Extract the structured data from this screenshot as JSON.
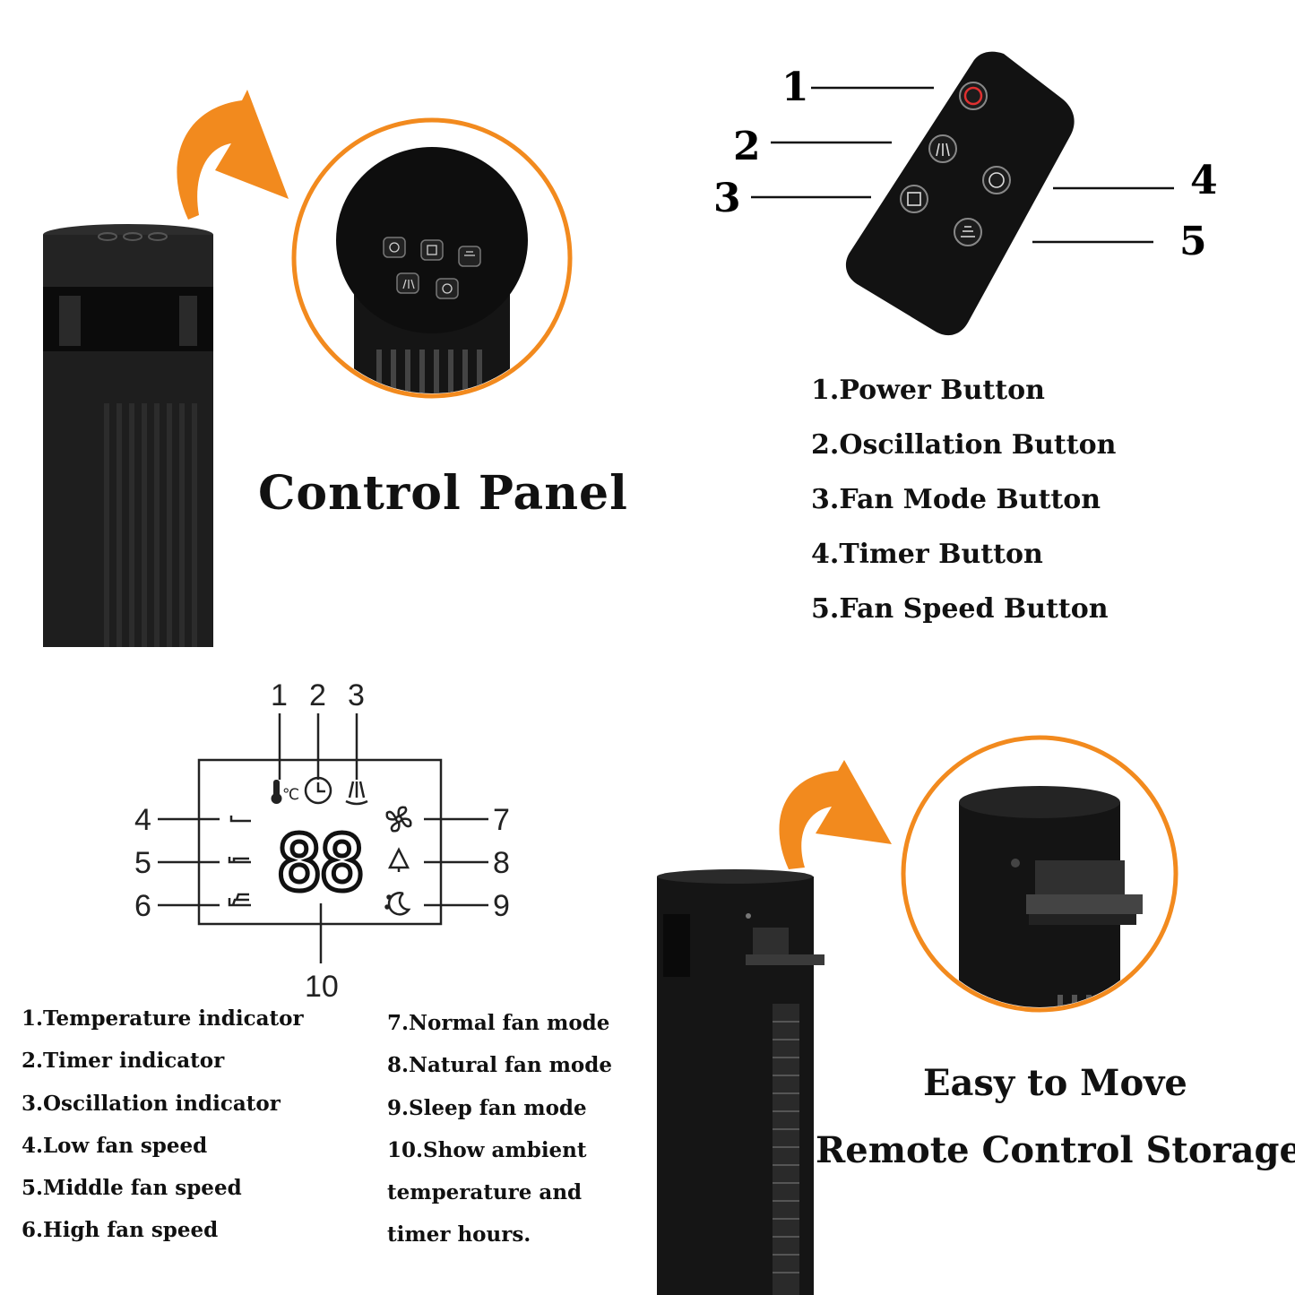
{
  "control_panel": {
    "title": "Control Panel"
  },
  "remote": {
    "callouts": [
      "1",
      "2",
      "3",
      "4",
      "5"
    ],
    "buttons": [
      "1.Power Button",
      "2.Oscillation Button",
      "3.Fan Mode Button",
      "4.Timer Button",
      "5.Fan Speed Button"
    ]
  },
  "display": {
    "callouts_top": [
      "1",
      "2",
      "3"
    ],
    "callouts_left": [
      "4",
      "5",
      "6"
    ],
    "callouts_right": [
      "7",
      "8",
      "9"
    ],
    "callout_bottom": "10",
    "digits": "88",
    "temp_symbol": "℃"
  },
  "legend_left": [
    "1.Temperature indicator",
    "2.Timer indicator",
    "3.Oscillation indicator",
    "4.Low fan speed",
    "5.Middle fan speed",
    "6.High fan speed"
  ],
  "legend_right": [
    "7.Normal fan mode",
    "8.Natural fan mode",
    "9.Sleep fan mode",
    "10.Show ambient",
    "temperature and",
    "timer hours."
  ],
  "storage": {
    "title_1": "Easy to Move",
    "title_2": "Remote Control Storage"
  },
  "colors": {
    "accent": "#f28a1e",
    "device": "#1a1a1a"
  }
}
